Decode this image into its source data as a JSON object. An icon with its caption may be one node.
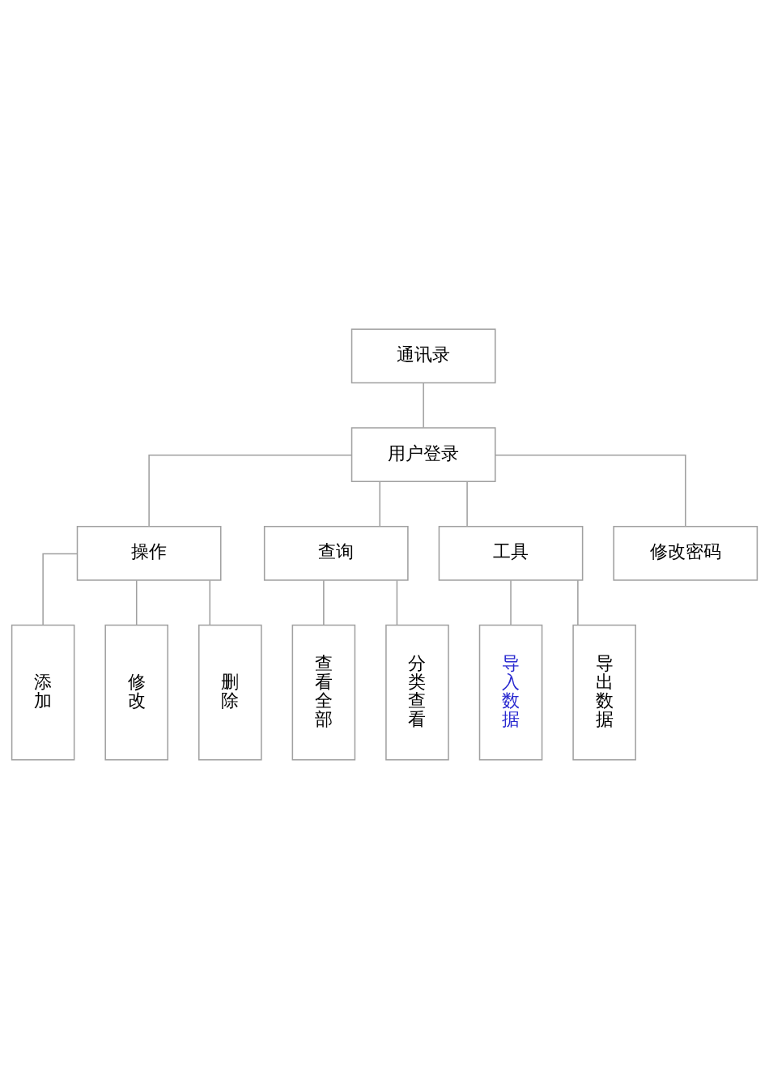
{
  "diagram": {
    "nodes": [
      {
        "text": [
          "通讯录"
        ]
      },
      {
        "text": [
          "用户登录"
        ]
      },
      {
        "text": [
          "操作"
        ]
      },
      {
        "text": [
          "查询"
        ]
      },
      {
        "text": [
          "工具"
        ]
      },
      {
        "text": [
          "修改密码"
        ]
      },
      {
        "text": [
          "添加"
        ]
      },
      {
        "text": [
          "修改"
        ]
      },
      {
        "text": [
          "删除"
        ]
      },
      {
        "text": [
          "查看全部"
        ]
      },
      {
        "text": [
          "分类查看"
        ]
      },
      {
        "text": [
          "导入数据"
        ]
      },
      {
        "text": [
          "导出数据"
        ]
      }
    ],
    "edges": [
      {
        "from": 0,
        "to": 1,
        "arrow": "none"
      },
      {
        "from": 1,
        "to": 2,
        "arrow": "none"
      },
      {
        "from": 1,
        "to": 3,
        "arrow": "none"
      },
      {
        "from": 1,
        "to": 4,
        "arrow": "none"
      },
      {
        "from": 1,
        "to": 5,
        "arrow": "none"
      },
      {
        "from": 2,
        "to": 6,
        "arrow": "none"
      },
      {
        "from": 2,
        "to": 7,
        "arrow": "none"
      },
      {
        "from": 2,
        "to": 8,
        "arrow": "none"
      },
      {
        "from": 3,
        "to": 9,
        "arrow": "none"
      },
      {
        "from": 3,
        "to": 10,
        "arrow": "none"
      },
      {
        "from": 4,
        "to": 11,
        "arrow": "none"
      },
      {
        "from": 4,
        "to": 12,
        "arrow": "none"
      }
    ]
  }
}
